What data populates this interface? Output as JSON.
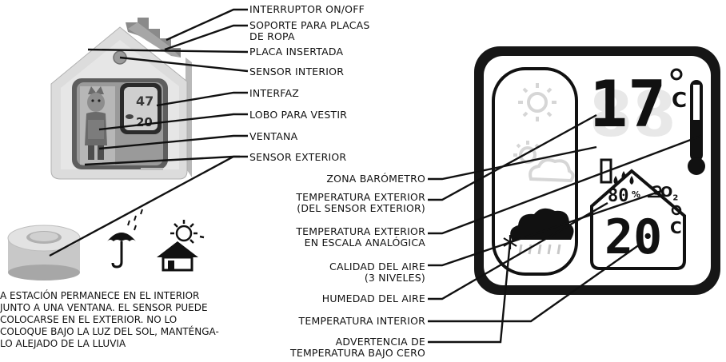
{
  "device_labels": {
    "switch": "INTERRUPTOR ON/OFF",
    "clothes_holder_1": "SOPORTE PARA PLACAS",
    "clothes_holder_2": "DE ROPA",
    "inserted_plate": "PLACA INSERTADA",
    "indoor_sensor": "SENSOR INTERIOR",
    "interface": "INTERFAZ",
    "wolf": "LOBO PARA VESTIR",
    "window": "VENTANA",
    "outdoor_sensor": "SENSOR EXTERIOR"
  },
  "note": "A ESTACIÓN PERMANECE EN EL INTERIOR\nJUNTO A UNA VENTANA. EL SENSOR PUEDE\nCOLOCARSE EN EL EXTERIOR. NO LO\nCOLOQUE BAJO LA LUZ DEL SOL, MANTÉNGA-\nLO ALEJADO DE LA LLUVIA",
  "display_labels": {
    "barometer": "ZONA BARÓMETRO",
    "outdoor_temp_1": "TEMPERATURA EXTERIOR",
    "outdoor_temp_2": "(DEL SENSOR EXTERIOR)",
    "analog_temp_1": "TEMPERATURA EXTERIOR",
    "analog_temp_2": "EN ESCALA ANALÓGICA",
    "air_quality_1": "CALIDAD DEL AIRE",
    "air_quality_2": "(3 NIVELES)",
    "humidity": "HUMEDAD DEL AIRE",
    "indoor_temp": "TEMPERATURA INTERIOR",
    "frost_warning_1": "ADVERTENCIA DE",
    "frost_warning_2": "TEMPERATURA BAJO CERO"
  },
  "display": {
    "outdoor_value": "17",
    "outdoor_unit": "C",
    "humidity_value": "80",
    "humidity_unit": "%",
    "co2_symbol": "O",
    "co2_sub": "2",
    "indoor_value": "20",
    "indoor_unit": "C",
    "mini_value": "20"
  }
}
